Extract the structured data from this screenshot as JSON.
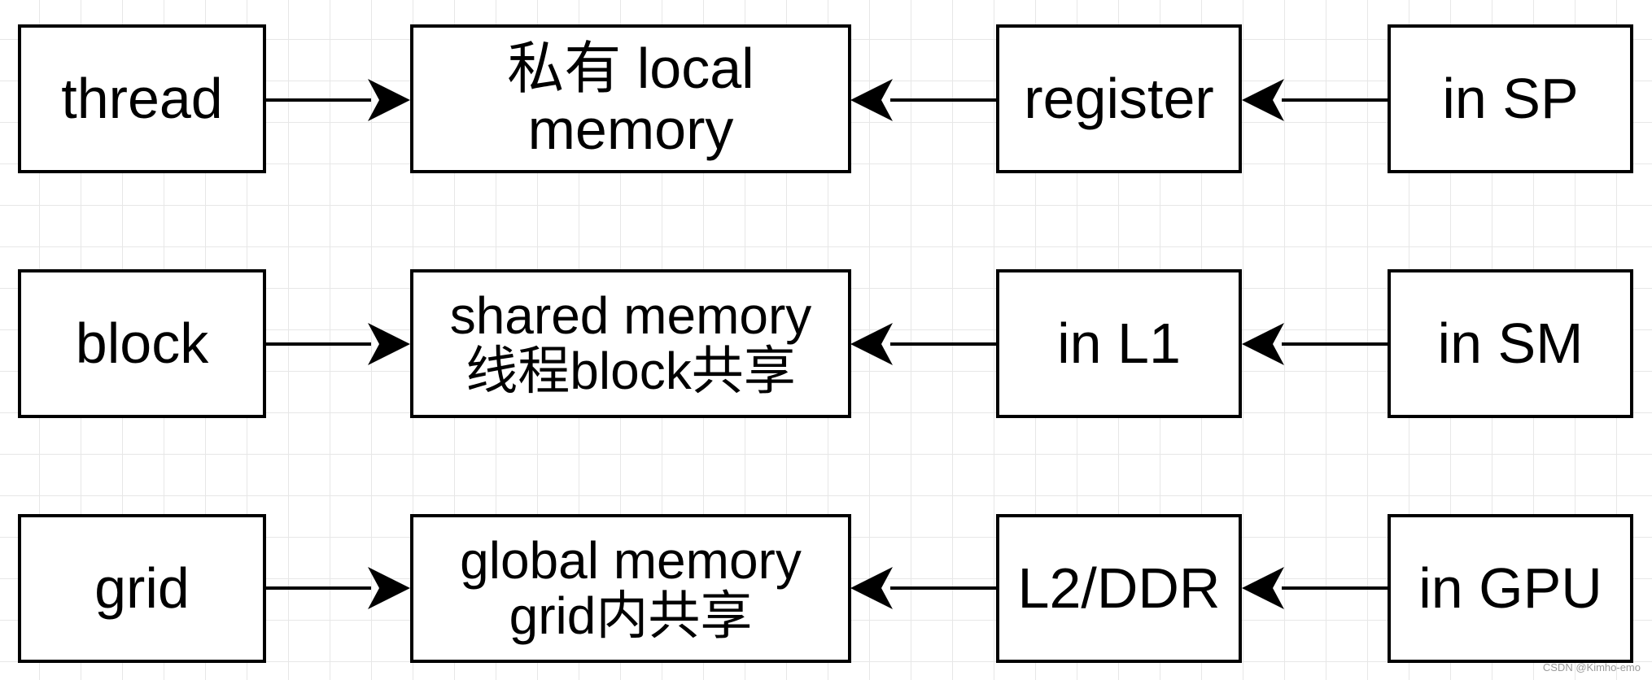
{
  "rows": [
    {
      "scope": "thread",
      "memory": [
        "私有 local",
        "memory"
      ],
      "cache": "register",
      "location": "in SP"
    },
    {
      "scope": "block",
      "memory": [
        "shared memory",
        "线程block共享"
      ],
      "cache": "in L1",
      "location": "in SM"
    },
    {
      "scope": "grid",
      "memory": [
        "global memory",
        "grid内共享"
      ],
      "cache": "L2/DDR",
      "location": "in GPU"
    }
  ],
  "watermark": "CSDN @Kimho-emo"
}
